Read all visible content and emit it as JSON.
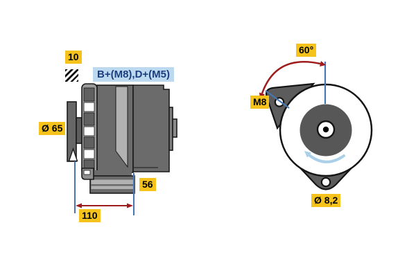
{
  "drawing": {
    "description": "Alternator dimensional drawing with side view and rear view",
    "side_view": {
      "shaft_dim_label": "10",
      "terminal_label": "B+(M8),D+(M5)",
      "pulley_diameter_label": "Ø 65",
      "foot_length_label": "56",
      "mount_length_label": "110"
    },
    "rear_view": {
      "angle_label": "60°",
      "thread_label": "M8",
      "hole_diameter_label": "Ø 8,2"
    },
    "icons": [
      "hatch-icon",
      "angle-arc-arrow",
      "rotation-direction-arrow",
      "length-dimension-arrow"
    ],
    "colors": {
      "callout_bg": "#F5C31B",
      "callout_text": "#000000",
      "terminal_callout_bg": "#BCD9F0",
      "terminal_callout_text": "#1D3E7E",
      "housing_gray": "#6B6B6B",
      "highlight_gray": "#B2B2B2",
      "outline": "#1A1A1A",
      "reference_line_blue": "#4677B2",
      "dimension_red": "#9E1C1C",
      "rotation_blue": "#A9CFE9",
      "background": "#FFFFFF"
    }
  }
}
